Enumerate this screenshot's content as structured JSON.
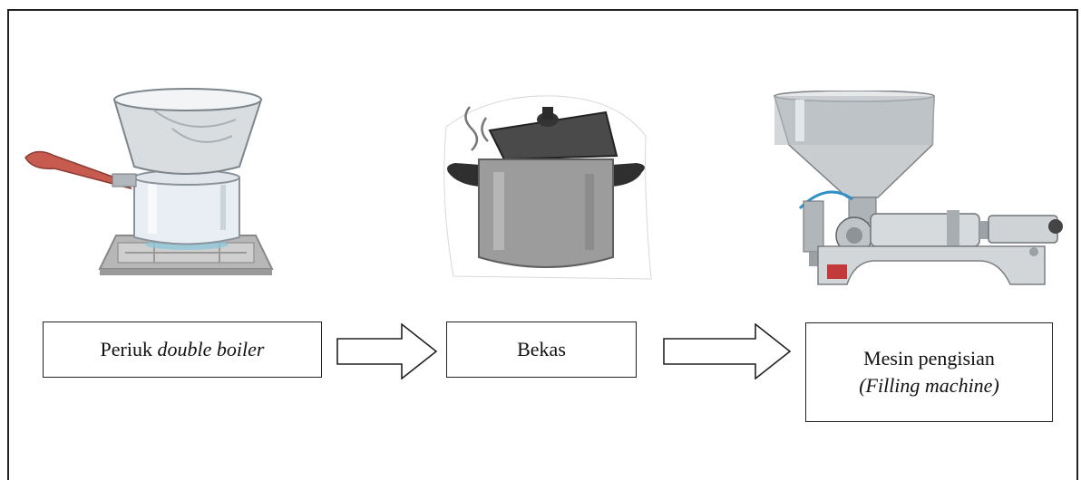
{
  "steps": [
    {
      "text": "Periuk ",
      "italic": "double boiler"
    },
    {
      "text": "Bekas"
    },
    {
      "line1": "Mesin pengisian",
      "line2": "(Filling machine)"
    }
  ]
}
